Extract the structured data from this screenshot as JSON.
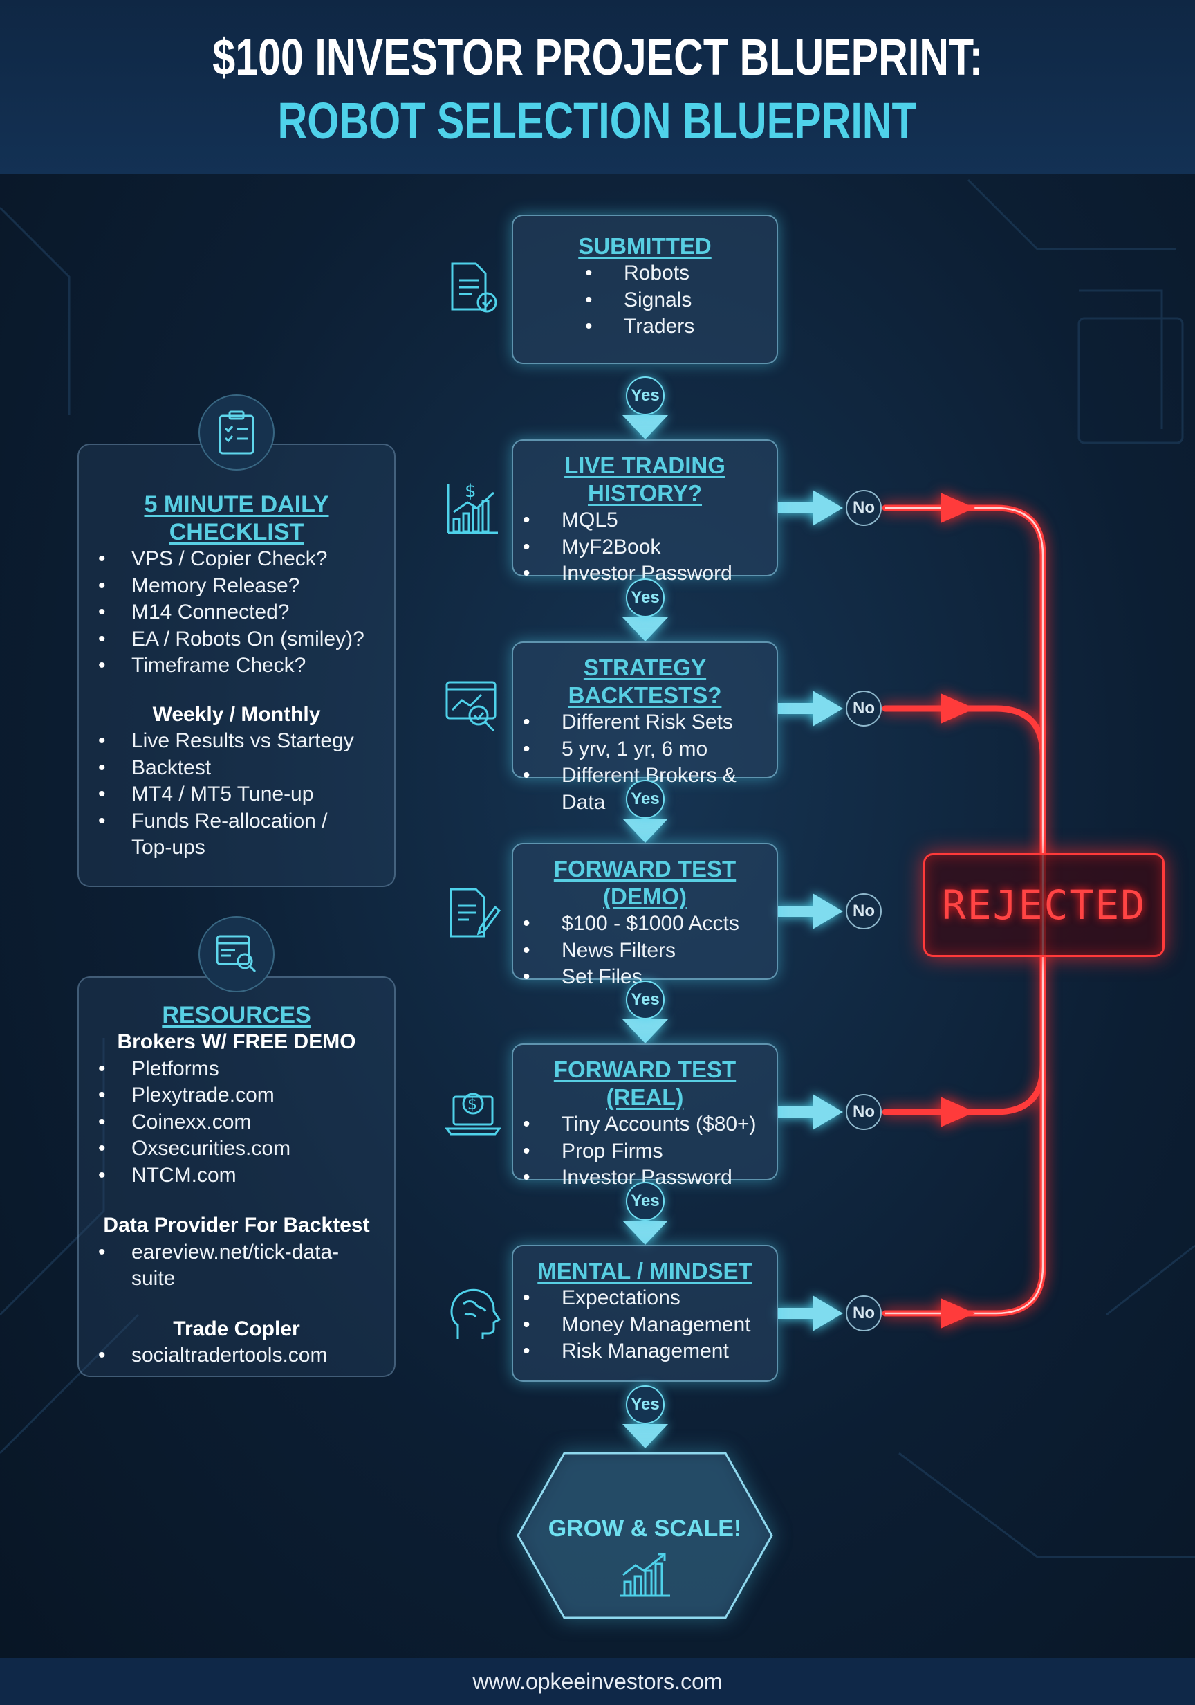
{
  "header": {
    "title_line1": "$100 INVESTOR PROJECT BLUEPRINT:",
    "title_line2": "ROBOT SELECTION BLUEPRINT"
  },
  "checklist": {
    "title": "5 MINUTE DAILY CHECKLIST",
    "daily_items": [
      "VPS / Copier Check?",
      "Memory Release?",
      "M14 Connected?",
      "EA / Robots On (smiley)?",
      "Timeframe Check?"
    ],
    "weekly_title": "Weekly / Monthly",
    "weekly_items": [
      "Live Results vs Startegy",
      "Backtest",
      "MT4 / MT5 Tune-up",
      "Funds Re-allocation / Top-ups"
    ]
  },
  "resources": {
    "title": "RESOURCES",
    "brokers_title": "Brokers W/ FREE DEMO",
    "brokers": [
      "Pletforms",
      "Plexytrade.com",
      "Coinexx.com",
      "Oxsecurities.com",
      "NTCM.com"
    ],
    "data_title": "Data Provider For Backtest",
    "data_items": [
      "eareview.net/tick-data-suite"
    ],
    "copier_title": "Trade Copler",
    "copier_items": [
      "socialtradertools.com"
    ]
  },
  "flow": {
    "steps": [
      {
        "title": "SUBMITTED",
        "items": [
          "Robots",
          "Signals",
          "Traders"
        ],
        "icon": "document-check-icon"
      },
      {
        "title": "LIVE TRADING HISTORY?",
        "items": [
          "MQL5",
          "MyF2Book",
          "Investor Password"
        ],
        "icon": "dollar-chart-icon"
      },
      {
        "title": "STRATEGY BACKTESTS?",
        "items": [
          "Different Risk Sets",
          "5 yrv, 1 yr, 6 mo",
          "Different Brokers & Data"
        ],
        "icon": "analytics-search-icon"
      },
      {
        "title": "FORWARD TEST (DEMO)",
        "items": [
          "$100 - $1000 Accts",
          "News Filters",
          "Set Files"
        ],
        "icon": "document-pen-icon"
      },
      {
        "title": "FORWARD TEST (REAL)",
        "items": [
          "Tiny Accounts ($80+)",
          "Prop Firms",
          "Investor Password"
        ],
        "icon": "laptop-dollar-icon"
      },
      {
        "title": "MENTAL / MINDSET",
        "items": [
          "Expectations",
          "Money Management",
          "Risk Management"
        ],
        "icon": "brain-head-icon"
      }
    ],
    "yes_label": "Yes",
    "no_label": "No",
    "rejected_label": "REJECTED",
    "final_label": "GROW & SCALE!"
  },
  "footer": {
    "url": "www.opkeeinvestors.com"
  },
  "colors": {
    "accent": "#58cfe3",
    "reject": "#ff3a3a",
    "background": "#0c1e33"
  }
}
